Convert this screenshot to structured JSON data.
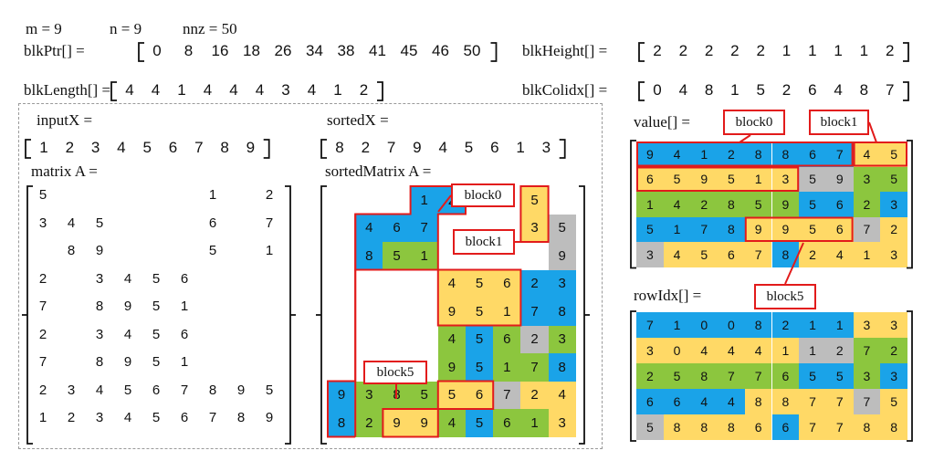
{
  "header": {
    "m_label": "m = 9",
    "n_label": "n = 9",
    "nnz_label": "nnz = 50",
    "blkPtr_label": "blkPtr[] =",
    "blkPtr_values": [
      "0",
      "8",
      "16",
      "18",
      "26",
      "34",
      "38",
      "41",
      "45",
      "46",
      "50"
    ],
    "blkHeight_label": "blkHeight[] =",
    "blkHeight_values": [
      "2",
      "2",
      "2",
      "2",
      "2",
      "1",
      "1",
      "1",
      "1",
      "2"
    ],
    "blkLength_label": "blkLength[] =",
    "blkLength_values": [
      "4",
      "4",
      "1",
      "4",
      "4",
      "4",
      "3",
      "4",
      "1",
      "2"
    ],
    "blkColidx_label": "blkColidx[] =",
    "blkColidx_values": [
      "0",
      "4",
      "8",
      "1",
      "5",
      "2",
      "6",
      "4",
      "8",
      "7"
    ]
  },
  "left_panel": {
    "inputX_label": "inputX =",
    "inputX_values": [
      "1",
      "2",
      "3",
      "4",
      "5",
      "6",
      "7",
      "8",
      "9"
    ],
    "matrixA_label": "matrix A =",
    "matrixA_rows": [
      [
        "5",
        "",
        "",
        "",
        "",
        "",
        "1",
        "",
        "2"
      ],
      [
        "3",
        "4",
        "5",
        "",
        "",
        "",
        "6",
        "",
        "7"
      ],
      [
        "",
        "8",
        "9",
        "",
        "",
        "",
        "5",
        "",
        "1"
      ],
      [
        "2",
        "",
        "3",
        "4",
        "5",
        "6",
        "",
        "",
        ""
      ],
      [
        "7",
        "",
        "8",
        "9",
        "5",
        "1",
        "",
        "",
        ""
      ],
      [
        "2",
        "",
        "3",
        "4",
        "5",
        "6",
        "",
        "",
        ""
      ],
      [
        "7",
        "",
        "8",
        "9",
        "5",
        "1",
        "",
        "",
        ""
      ],
      [
        "2",
        "3",
        "4",
        "5",
        "6",
        "7",
        "8",
        "9",
        "5"
      ],
      [
        "1",
        "2",
        "3",
        "4",
        "5",
        "6",
        "7",
        "8",
        "9"
      ]
    ]
  },
  "middle_panel": {
    "sortedX_label": "sortedX =",
    "sortedX_values": [
      "8",
      "2",
      "7",
      "9",
      "4",
      "5",
      "6",
      "1",
      "3"
    ],
    "sortedMatrix_label": "sortedMatrix A =",
    "sorted_rows": [
      [
        "",
        "",
        "",
        "1",
        "2",
        "",
        "",
        "5",
        ""
      ],
      [
        "",
        "4",
        "6",
        "7",
        "",
        "",
        "",
        "3",
        "5"
      ],
      [
        "",
        "8",
        "5",
        "1",
        "",
        "",
        "",
        "",
        "9"
      ],
      [
        "",
        "",
        "",
        "",
        "4",
        "5",
        "6",
        "2",
        "3"
      ],
      [
        "",
        "",
        "",
        "",
        "9",
        "5",
        "1",
        "7",
        "8"
      ],
      [
        "",
        "",
        "",
        "",
        "4",
        "5",
        "6",
        "2",
        "3"
      ],
      [
        "",
        "",
        "",
        "",
        "9",
        "5",
        "1",
        "7",
        "8"
      ],
      [
        "9",
        "3",
        "8",
        "5",
        "5",
        "6",
        "7",
        "2",
        "4"
      ],
      [
        "8",
        "2",
        "9",
        "9",
        "4",
        "5",
        "6",
        "1",
        "3"
      ]
    ],
    "block_labels": [
      "block0",
      "block1",
      "block5"
    ]
  },
  "right_panel": {
    "value_label": "value[] =",
    "value_rows": [
      [
        "9",
        "4",
        "1",
        "2",
        "8",
        "8",
        "6",
        "7",
        "4",
        "5"
      ],
      [
        "6",
        "5",
        "9",
        "5",
        "1",
        "3",
        "5",
        "9",
        "3",
        "5"
      ],
      [
        "1",
        "4",
        "2",
        "8",
        "5",
        "9",
        "5",
        "6",
        "2",
        "3"
      ],
      [
        "5",
        "1",
        "7",
        "8",
        "9",
        "9",
        "5",
        "6",
        "7",
        "2"
      ],
      [
        "3",
        "4",
        "5",
        "6",
        "7",
        "8",
        "2",
        "4",
        "1",
        "3"
      ]
    ],
    "rowIdx_label": "rowIdx[] =",
    "rowIdx_rows": [
      [
        "7",
        "1",
        "0",
        "0",
        "8",
        "2",
        "1",
        "1",
        "3",
        "3"
      ],
      [
        "3",
        "0",
        "4",
        "4",
        "4",
        "1",
        "1",
        "2",
        "7",
        "2"
      ],
      [
        "2",
        "5",
        "8",
        "7",
        "7",
        "6",
        "5",
        "5",
        "3",
        "3"
      ],
      [
        "6",
        "6",
        "4",
        "4",
        "8",
        "8",
        "7",
        "7",
        "7",
        "5"
      ],
      [
        "5",
        "8",
        "8",
        "8",
        "6",
        "6",
        "7",
        "7",
        "8",
        "8"
      ]
    ],
    "labels": [
      "block0",
      "block1",
      "block5"
    ]
  },
  "colors": {
    "blue": "#1aa3e8",
    "yellow": "#ffd966",
    "green": "#8cc63e",
    "gray": "#bdbdbd",
    "red": "#e21b1b",
    "dashed": "#9a9a9a"
  }
}
